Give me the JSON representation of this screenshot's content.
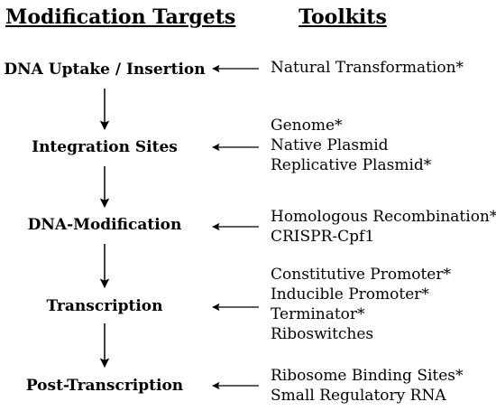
{
  "headers": {
    "left": "Modification Targets",
    "right": "Toolkits"
  },
  "stages": [
    {
      "label": "DNA Uptake / Insertion",
      "tools": [
        "Natural Transformation*"
      ]
    },
    {
      "label": "Integration Sites",
      "tools": [
        "Genome*",
        "Native Plasmid",
        "Replicative Plasmid*"
      ]
    },
    {
      "label": "DNA-Modification",
      "tools": [
        "Homologous Recombination*",
        "CRISPR-Cpf1"
      ]
    },
    {
      "label": "Transcription",
      "tools": [
        "Constitutive Promoter*",
        "Inducible Promoter*",
        "Terminator*",
        "Riboswitches"
      ]
    },
    {
      "label": "Post-Transcription",
      "tools": [
        "Ribosome Binding Sites*",
        "Small Regulatory RNA"
      ]
    }
  ]
}
